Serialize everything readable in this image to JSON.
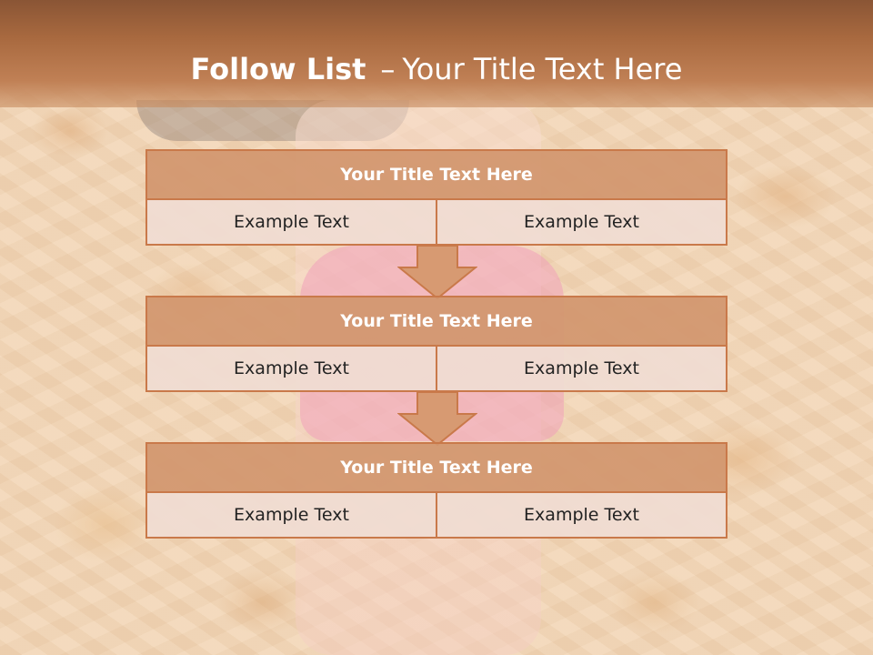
{
  "slide": {
    "title_strong": "Follow List",
    "title_dash": "–",
    "title_rest": "Your Title Text Here"
  },
  "colors": {
    "header_band": "#a8693f",
    "block_head": "#d1966e",
    "border": "#c9794a",
    "cell_bg": "#f0dcd2"
  },
  "blocks": [
    {
      "title": "Your Title Text Here",
      "left": "Example Text",
      "right": "Example Text"
    },
    {
      "title": "Your Title Text Here",
      "left": "Example Text",
      "right": "Example Text"
    },
    {
      "title": "Your Title Text Here",
      "left": "Example Text",
      "right": "Example Text"
    }
  ]
}
